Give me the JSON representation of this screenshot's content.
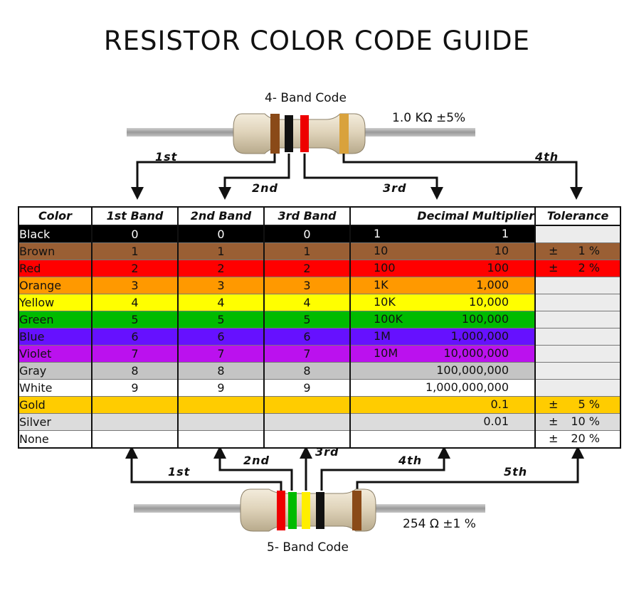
{
  "title": "RESISTOR COLOR CODE GUIDE",
  "four_band": {
    "label": "4- Band Code",
    "value": "1.0 KΩ  ±5%",
    "arrows": [
      "1st",
      "2nd",
      "3rd",
      "4th"
    ]
  },
  "five_band": {
    "label": "5- Band Code",
    "value": "254 Ω  ±1 %",
    "arrows": [
      "1st",
      "2nd",
      "3rd",
      "4th",
      "5th"
    ]
  },
  "table": {
    "headers": [
      "Color",
      "1st Band",
      "2nd Band",
      "3rd Band",
      "Decimal Multiplier",
      "Tolerance"
    ],
    "rows": [
      {
        "name": "Black",
        "b1": "0",
        "b2": "0",
        "b3": "0",
        "mult_left": "1",
        "mult_right": "1",
        "tol_sign": "",
        "tol": "",
        "color": "#000000",
        "text": "#ffffff"
      },
      {
        "name": "Brown",
        "b1": "1",
        "b2": "1",
        "b3": "1",
        "mult_left": "10",
        "mult_right": "10",
        "tol_sign": "±",
        "tol": "1 %",
        "color": "#9a5f34",
        "text": "#111111"
      },
      {
        "name": "Red",
        "b1": "2",
        "b2": "2",
        "b3": "2",
        "mult_left": "100",
        "mult_right": "100",
        "tol_sign": "±",
        "tol": "2 %",
        "color": "#ff0000",
        "text": "#111111"
      },
      {
        "name": "Orange",
        "b1": "3",
        "b2": "3",
        "b3": "3",
        "mult_left": "1K",
        "mult_right": "1,000",
        "tol_sign": "",
        "tol": "",
        "color": "#ff9900",
        "text": "#111111"
      },
      {
        "name": "Yellow",
        "b1": "4",
        "b2": "4",
        "b3": "4",
        "mult_left": "10K",
        "mult_right": "10,000",
        "tol_sign": "",
        "tol": "",
        "color": "#ffff00",
        "text": "#111111"
      },
      {
        "name": "Green",
        "b1": "5",
        "b2": "5",
        "b3": "5",
        "mult_left": "100K",
        "mult_right": "100,000",
        "tol_sign": "",
        "tol": "",
        "color": "#00bb00",
        "text": "#111111"
      },
      {
        "name": "Blue",
        "b1": "6",
        "b2": "6",
        "b3": "6",
        "mult_left": "1M",
        "mult_right": "1,000,000",
        "tol_sign": "",
        "tol": "",
        "color": "#6611ff",
        "text": "#111111"
      },
      {
        "name": "Violet",
        "b1": "7",
        "b2": "7",
        "b3": "7",
        "mult_left": "10M",
        "mult_right": "10,000,000",
        "tol_sign": "",
        "tol": "",
        "color": "#bb11ee",
        "text": "#111111"
      },
      {
        "name": "Gray",
        "b1": "8",
        "b2": "8",
        "b3": "8",
        "mult_left": "",
        "mult_right": "100,000,000",
        "tol_sign": "",
        "tol": "",
        "color": "#c4c4c4",
        "text": "#111111"
      },
      {
        "name": "White",
        "b1": "9",
        "b2": "9",
        "b3": "9",
        "mult_left": "",
        "mult_right": "1,000,000,000",
        "tol_sign": "",
        "tol": "",
        "color": "#ffffff",
        "text": "#111111"
      },
      {
        "name": "Gold",
        "b1": "",
        "b2": "",
        "b3": "",
        "mult_left": "",
        "mult_right": "0.1",
        "tol_sign": "±",
        "tol": "5 %",
        "color": "#ffcc00",
        "text": "#111111"
      },
      {
        "name": "Silver",
        "b1": "",
        "b2": "",
        "b3": "",
        "mult_left": "",
        "mult_right": "0.01",
        "tol_sign": "±",
        "tol": "10 %",
        "color": "#dcdcdc",
        "text": "#111111"
      },
      {
        "name": "None",
        "b1": "",
        "b2": "",
        "b3": "",
        "mult_left": "",
        "mult_right": "",
        "tol_sign": "±",
        "tol": "20 %",
        "color": "#ffffff",
        "text": "#111111"
      }
    ]
  },
  "colors": {
    "lead": "#a8a8a8",
    "body": "#e2d7c0",
    "tolerance_bg": "#ececec"
  }
}
